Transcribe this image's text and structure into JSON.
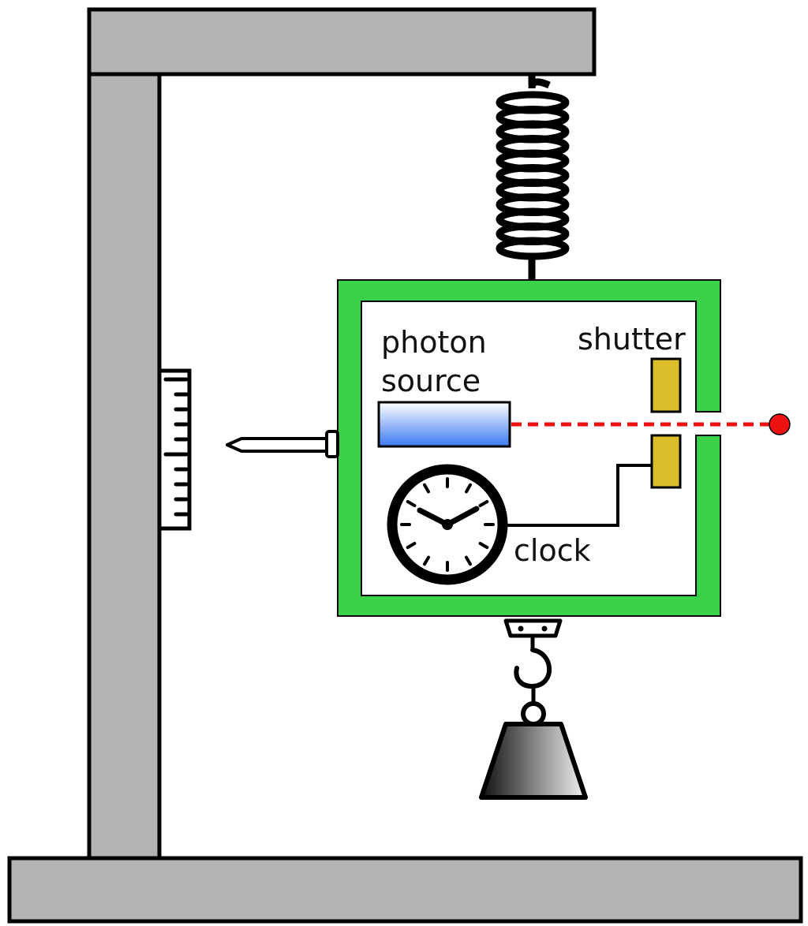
{
  "labels": {
    "photon_source_line1": "photon",
    "photon_source_line2": "source",
    "shutter": "shutter",
    "clock": "clock"
  },
  "colors": {
    "frame_gray": "#b3b3b3",
    "box_green": "#3bd14a",
    "shutter_gold": "#dbbe2a",
    "photon_red": "#ee1111",
    "source_blue_top": "#ffffff",
    "source_blue_bottom": "#3b79f2",
    "outline": "#000000"
  },
  "icons": {
    "clock": "analog-clock-icon",
    "weight": "hanging-weight-icon",
    "spring": "coil-spring-icon",
    "scale": "ruler-scale-icon",
    "pointer": "needle-pointer-icon"
  }
}
